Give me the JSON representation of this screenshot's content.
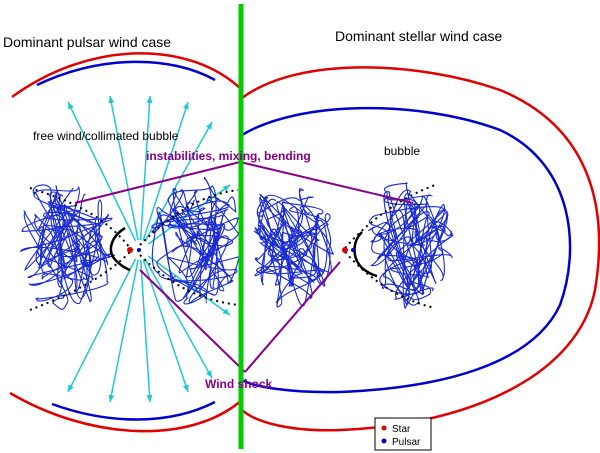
{
  "labels": {
    "pulsar_case": "Dominant pulsar wind case",
    "stellar_case": "Dominant stellar wind case",
    "free_wind": "free wind/collimated bubble",
    "bubble": "bubble",
    "instabilities": "instabilities, mixing, bending",
    "wind_shock": "Wind shock"
  },
  "legend": {
    "star": "Star",
    "pulsar": "Pulsar"
  },
  "colors": {
    "star": "#dd0000",
    "pulsar": "#0000cc",
    "outer_shock": "#e00000",
    "inner_shock": "#0000cc",
    "divider": "#00cc00",
    "wind_arrows": "#22c8d0",
    "annotation": "#880088",
    "turbulence": "#1a2bd0"
  }
}
